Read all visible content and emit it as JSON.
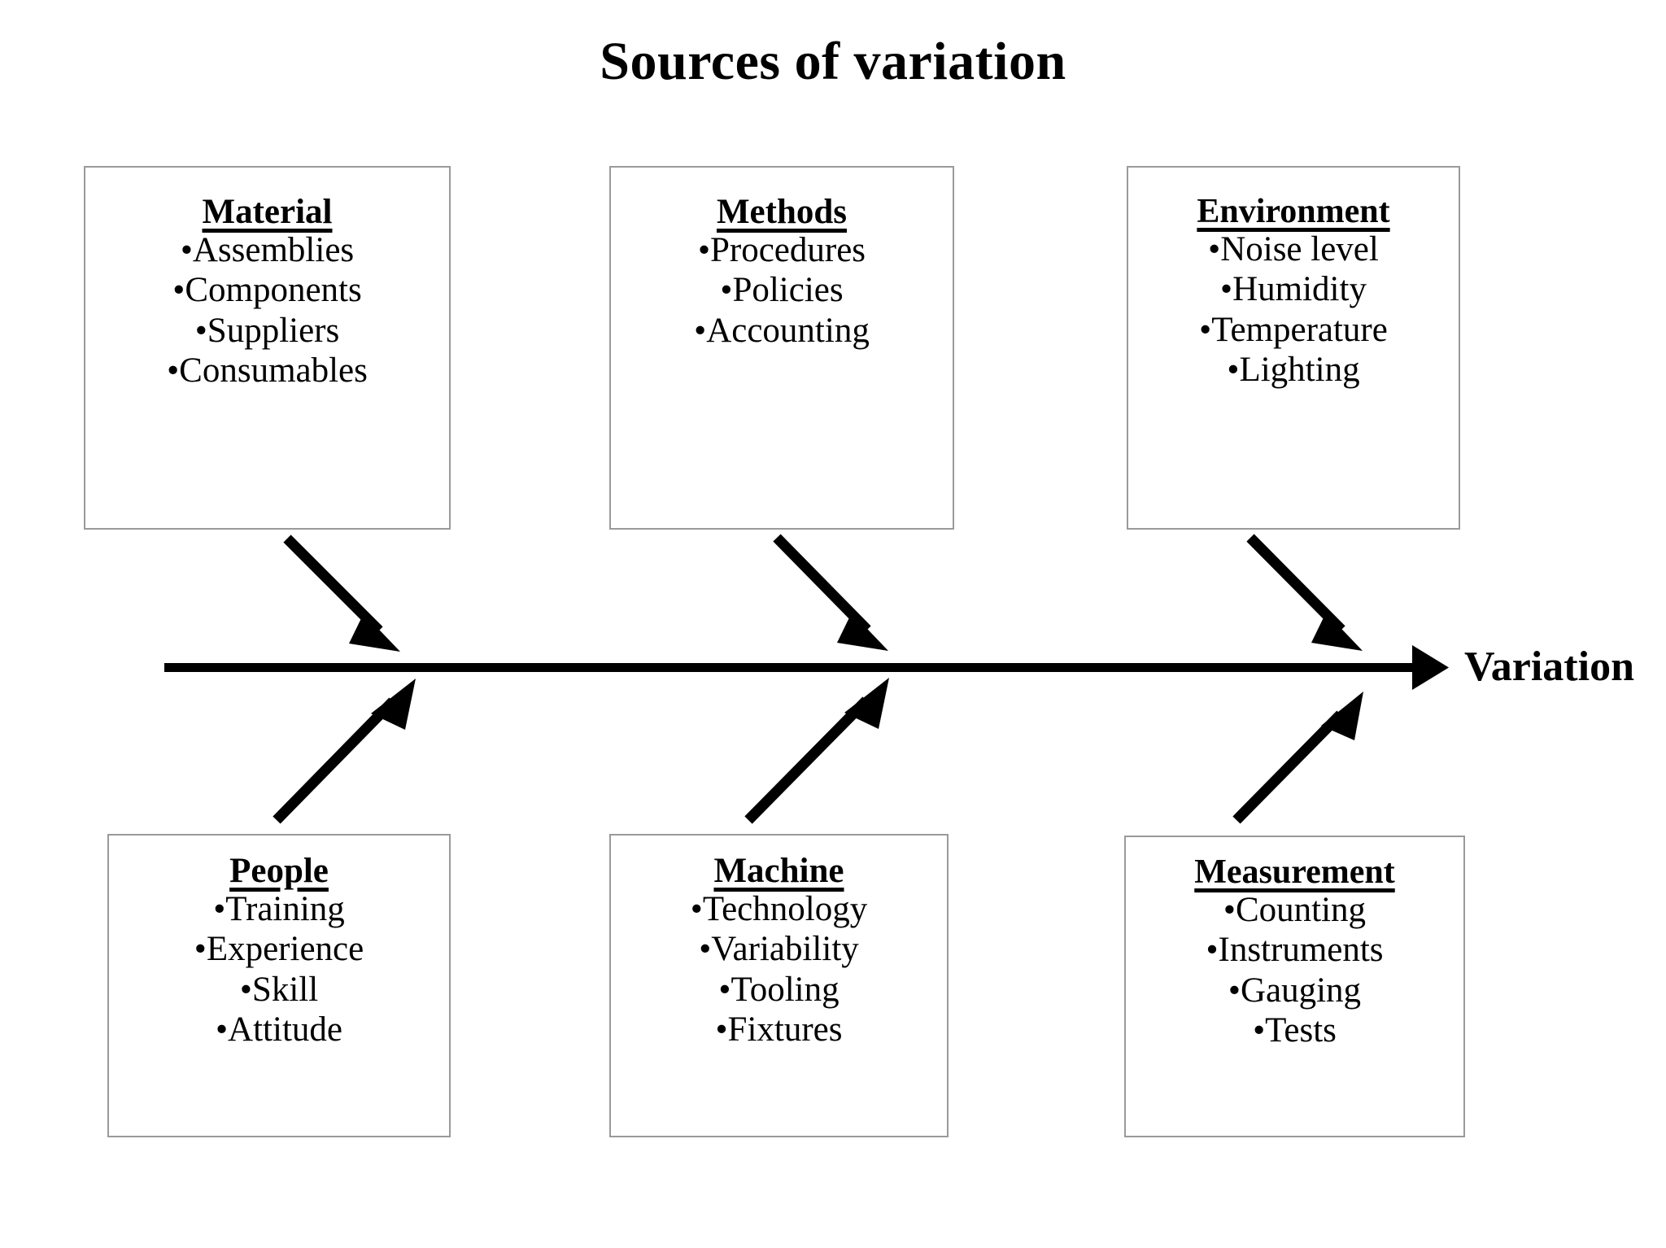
{
  "title": "Sources of variation",
  "effect": {
    "label": "Variation"
  },
  "diagram": {
    "type": "fishbone-ishikawa",
    "spine_direction": "left-to-right",
    "categories": [
      {
        "id": "material",
        "position": "top-left",
        "heading": "Material",
        "items": [
          "•Assemblies",
          "•Components",
          "•Suppliers",
          "•Consumables"
        ]
      },
      {
        "id": "methods",
        "position": "top-center",
        "heading": "Methods",
        "items": [
          "•Procedures",
          "•Policies",
          "•Accounting"
        ]
      },
      {
        "id": "environment",
        "position": "top-right",
        "heading": "Environment",
        "items": [
          "•Noise level",
          "•Humidity",
          "•Temperature",
          "•Lighting"
        ]
      },
      {
        "id": "people",
        "position": "bottom-left",
        "heading": "People",
        "items": [
          "•Training",
          "•Experience",
          "•Skill",
          "•Attitude"
        ]
      },
      {
        "id": "machine",
        "position": "bottom-center",
        "heading": "Machine",
        "items": [
          "•Technology",
          "•Variability",
          "•Tooling",
          "•Fixtures"
        ]
      },
      {
        "id": "measurement",
        "position": "bottom-right",
        "heading": "Measurement",
        "items": [
          "•Counting",
          "•Instruments",
          "•Gauging",
          "•Tests"
        ]
      }
    ]
  },
  "colors": {
    "background": "#ffffff",
    "text": "#000000",
    "box_border": "#9a9a9a",
    "arrow": "#000000"
  }
}
